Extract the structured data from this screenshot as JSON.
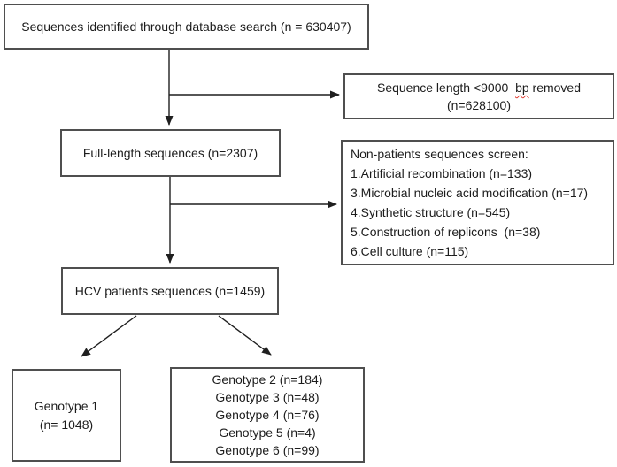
{
  "colors": {
    "background": "#ffffff",
    "box-border": "#4f4f4f",
    "text": "#1c1c1c",
    "arrow": "#1f1f1f",
    "spellcheck": "#e0392f"
  },
  "flowchart": {
    "identified": {
      "text": "Sequences identified through database search (n = 630407)"
    },
    "removed": {
      "line1_pre": "Sequence length <9000  ",
      "line1_flagged": "bp",
      "line1_post": " removed",
      "line2": "(n=628100)"
    },
    "full_length": {
      "text": "Full-length sequences (n=2307)"
    },
    "screen": {
      "title": "Non-patients sequences screen:",
      "items": [
        "1.Artificial recombination (n=133)",
        "3.Microbial nucleic acid modification (n=17)",
        "4.Synthetic structure (n=545)",
        "5.Construction of replicons  (n=38)",
        "6.Cell culture (n=115)"
      ]
    },
    "patients": {
      "text": "HCV patients sequences (n=1459)"
    },
    "genotype1": {
      "line1": "Genotype 1",
      "line2": "(n= 1048)"
    },
    "genotypes": {
      "lines": [
        "Genotype 2 (n=184)",
        "Genotype 3 (n=48)",
        "Genotype 4 (n=76)",
        "Genotype 5 (n=4)",
        "Genotype 6 (n=99)"
      ]
    }
  }
}
